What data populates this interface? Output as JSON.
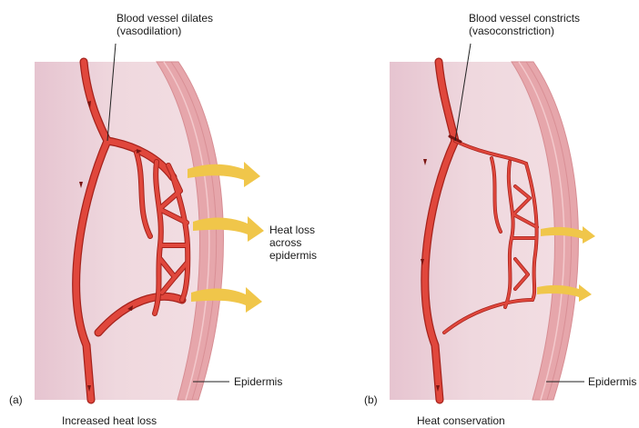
{
  "panel_a": {
    "label": "(a)",
    "callout": "Blood vessel dilates\n(vasodilation)",
    "heat_label": "Heat loss\nacross\nepidermis",
    "epidermis": "Epidermis",
    "caption": "Increased heat loss"
  },
  "panel_b": {
    "label": "(b)",
    "callout": "Blood vessel constricts\n(vasoconstriction)",
    "epidermis": "Epidermis",
    "caption": "Heat  conservation"
  },
  "colors": {
    "tissue": "#edd3da",
    "tissue_dark": "#e2bccb",
    "epidermis": "#e8a8ad",
    "vessel": "#e0473c",
    "vessel_dark": "#a5221c",
    "arrow": "#f0c64a"
  }
}
